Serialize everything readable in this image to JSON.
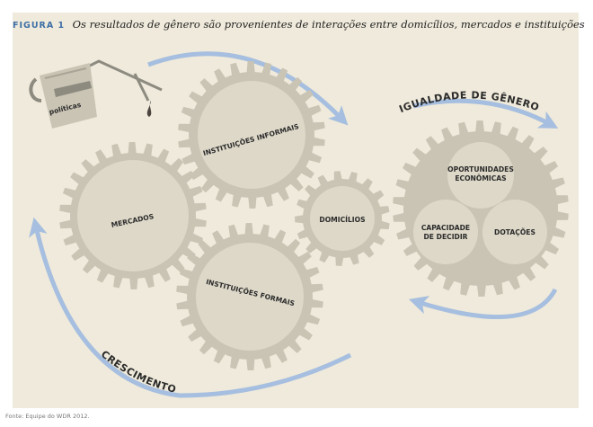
{
  "figure": {
    "label": "FIGURA 1",
    "title": "Os resultados de gênero são provenientes de interações entre domicílios, mercados e instituições"
  },
  "source": "Fonte: Equipe do WDR 2012.",
  "can_label": "políticas",
  "gears": {
    "mercados": "MERCADOS",
    "instituicoes_informais": "INSTITUIÇÕES INFORMAIS",
    "instituicoes_formais": "INSTITUIÇÕES FORMAIS",
    "domicilios": "DOMICÍLIOS"
  },
  "outcome": {
    "oportunidades_line1": "OPORTUNIDADES",
    "oportunidades_line2": "ECONÔMICAS",
    "capacidade_line1": "CAPACIDADE",
    "capacidade_line2": "DE DECIDIR",
    "dotacoes": "DOTAÇÕES"
  },
  "arrows": {
    "igualdade": "IGUALDADE DE GÊNERO",
    "crescimento": "CRESCIMENTO"
  },
  "colors": {
    "background": "#efeadb",
    "gear": "#c9c4b4",
    "gear_inner": "#ddd8c8",
    "arrow": "#a6bedf",
    "title_label": "#3f6fa6"
  }
}
